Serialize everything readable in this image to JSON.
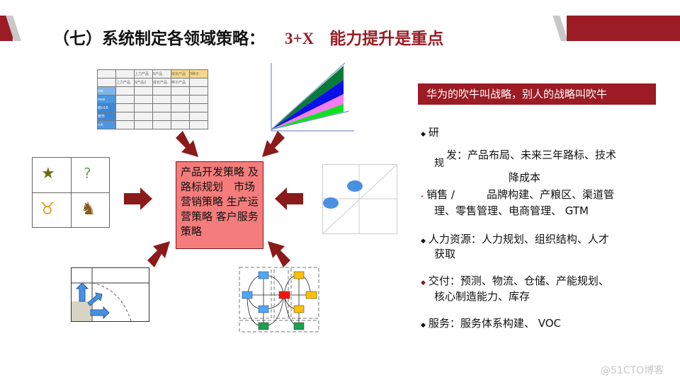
{
  "title": {
    "main": "（七）系统制定各领域策略：",
    "x": "3+X",
    "highlight": "能力提升是重点"
  },
  "center_box": {
    "text": "产品开发策略 及路标规划　市场营销策略 生产运营策略 客户服务策略"
  },
  "table_image": {
    "headers": [
      "上力产品",
      "S产品",
      "成长产品",
      "3种子"
    ],
    "row_headers": [
      "上力产品",
      "S产品2",
      "成长产品",
      "种子产品"
    ],
    "side_labels": [
      "nai",
      "new",
      "统n16",
      "统市",
      "n大"
    ]
  },
  "banner": "华为的吹牛叫战略，别人的战略叫吹牛",
  "bullets": [
    {
      "line1": "研",
      "line2": "发：产品布局、未来三年路标、技术",
      "prefix": "规",
      "line3": "降成本"
    },
    {
      "line1": "销售 /　　　品牌构建、产粮区、渠道管",
      "line2": "理、零售管理、电商管理、 GTM"
    },
    {
      "line1": "人力资源：人力规划、组织结构、人才",
      "line2": "获取"
    },
    {
      "line1": "交付：预测、物流、仓储、产能规划、",
      "line2": "核心制造能力、库存"
    },
    {
      "line1": "服务：服务体系构建、 VOC"
    }
  ],
  "watermark": "@51CTO博客",
  "colors": {
    "accent": "#9b1c24",
    "center_box": "#f47c7c",
    "arrow": "#8b1a1a"
  }
}
